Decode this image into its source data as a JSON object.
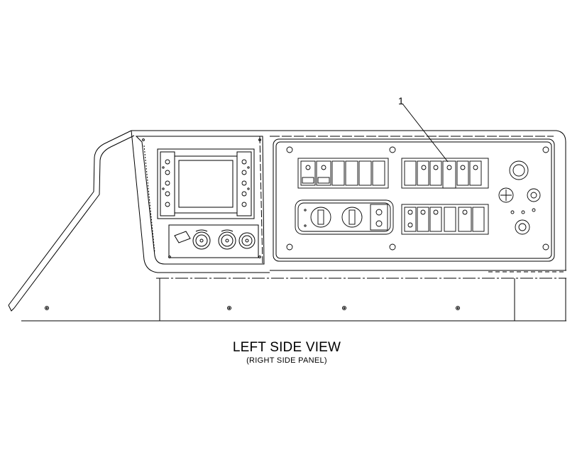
{
  "drawing": {
    "callout_label": "1",
    "caption_title": "LEFT SIDE VIEW",
    "caption_subtitle": "(RIGHT SIDE PANEL)"
  }
}
